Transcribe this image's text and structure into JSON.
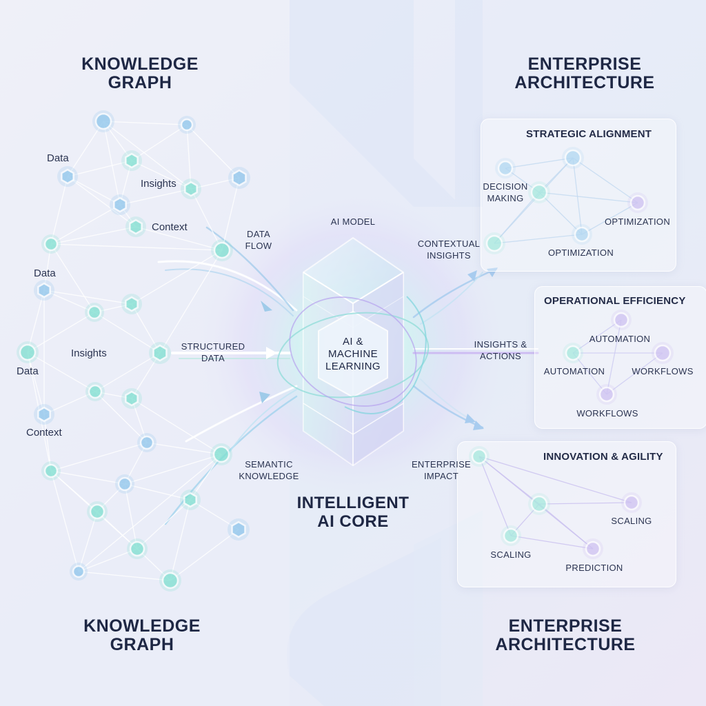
{
  "titles": {
    "kg_top": "KNOWLEDGE\nGRAPH",
    "ea_top": "ENTERPRISE\nARCHITECTURE",
    "kg_bottom": "KNOWLEDGE\nGRAPH",
    "ea_bottom": "ENTERPRISE\nARCHITECTURE",
    "core": "INTELLIGENT\nAI CORE"
  },
  "core": {
    "model_label": "AI MODEL",
    "inner_text": "AI &\nMACHINE\nLEARNING"
  },
  "left_labels": {
    "data_1": "Data",
    "insights_1": "Insights",
    "context_1": "Context",
    "data_2": "Data",
    "insights_2": "Insights",
    "data_3": "Data",
    "context_2": "Context"
  },
  "flows": {
    "data_flow": "DATA\nFLOW",
    "structured_data": "STRUCTURED\nDATA",
    "semantic_knowledge": "SEMANTIC\nKNOWLEDGE",
    "contextual_insights": "CONTEXTUAL\nINSIGHTS",
    "insights_actions": "INSIGHTS &\nACTIONS",
    "enterprise_impact": "ENTERPRISE\nIMPACT"
  },
  "panels": {
    "strategic": {
      "title": "STRATEGIC ALIGNMENT",
      "labels": {
        "decision": "DECISION\nMAKING",
        "opt1": "OPTIMIZATION",
        "opt2": "OPTIMIZATION"
      }
    },
    "operational": {
      "title": "OPERATIONAL EFFICIENCY",
      "labels": {
        "auto1": "AUTOMATION",
        "auto2": "AUTOMATION",
        "wf1": "WORKFLOWS",
        "wf2": "WORKFLOWS"
      }
    },
    "innovation": {
      "title": "INNOVATION & AGILITY",
      "labels": {
        "scaling1": "SCALING",
        "scaling2": "SCALING",
        "prediction": "PREDICTION"
      }
    }
  },
  "colors": {
    "teal": "#7fe0d0",
    "blue": "#8fc6ec",
    "lavender": "#b9a6ec",
    "title": "#1e2744",
    "line": "#c9d8ee"
  }
}
